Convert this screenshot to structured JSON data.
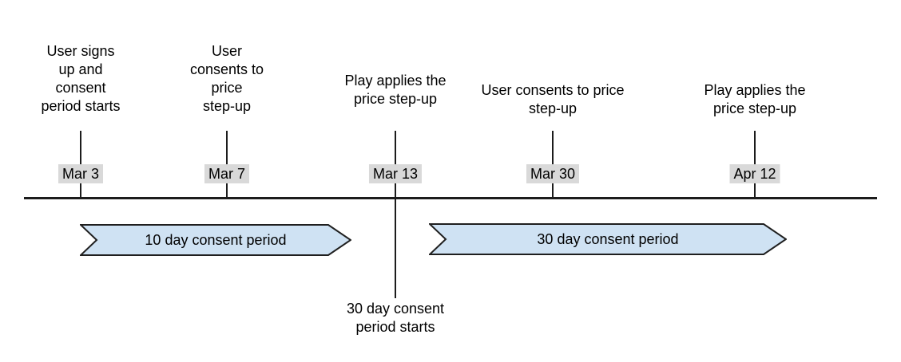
{
  "diagram": {
    "events": [
      {
        "date": "Mar 3",
        "description": "User signs\nup and\nconsent\nperiod starts"
      },
      {
        "date": "Mar 7",
        "description": "User\nconsents to\nprice\nstep-up"
      },
      {
        "date": "Mar 13",
        "description": "Play applies the\nprice step-up"
      },
      {
        "date": "Mar 30",
        "description": "User consents to price\nstep-up"
      },
      {
        "date": "Apr 12",
        "description": "Play applies the\nprice step-up"
      }
    ],
    "periods": [
      {
        "label": "10 day consent period"
      },
      {
        "label": "30 day consent period"
      }
    ],
    "annotation": "30 day consent\nperiod starts"
  },
  "colors": {
    "period_fill": "#cfe2f3",
    "period_stroke": "#1f1f1f",
    "date_bg": "#d9d9d9",
    "line": "#1c1c1c",
    "text": "#000000"
  }
}
